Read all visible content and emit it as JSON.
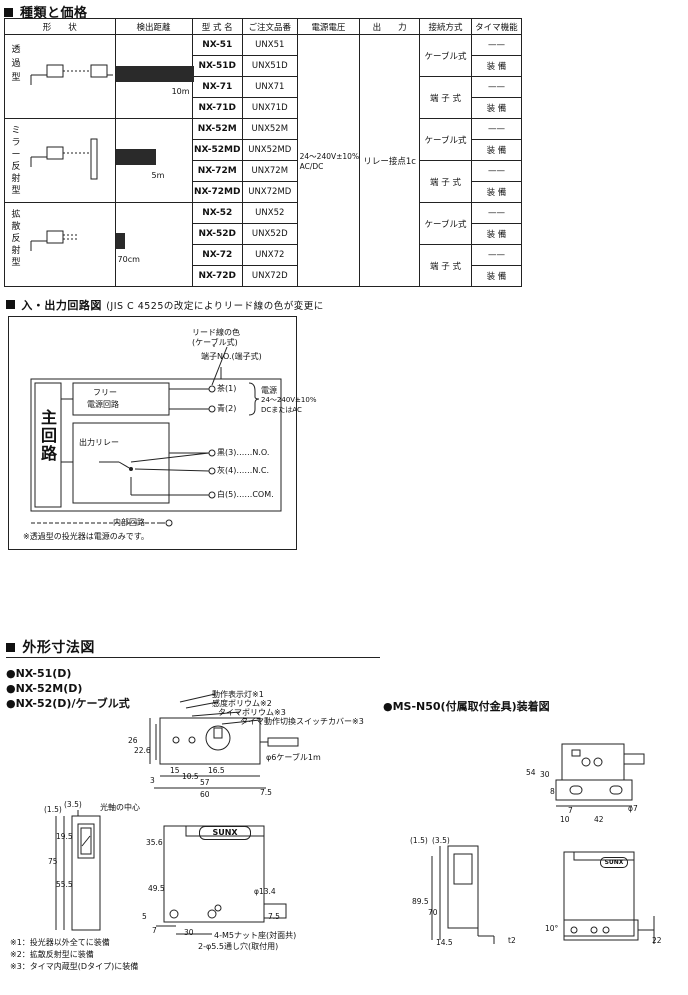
{
  "section1": {
    "title": "種類と価格"
  },
  "table": {
    "headers": [
      "形　　状",
      "検出距離",
      "型 式 名",
      "ご注文品番",
      "電源電圧",
      "出　　力",
      "接続方式",
      "タイマ機能"
    ],
    "groups": [
      {
        "name": "透過型",
        "distance": "10m",
        "rows": [
          {
            "model": "NX-51",
            "order": "UNX51"
          },
          {
            "model": "NX-51D",
            "order": "UNX51D"
          },
          {
            "model": "NX-71",
            "order": "UNX71"
          },
          {
            "model": "NX-71D",
            "order": "UNX71D"
          }
        ]
      },
      {
        "name": "ミラー反射型",
        "distance": "5m",
        "rows": [
          {
            "model": "NX-52M",
            "order": "UNX52M"
          },
          {
            "model": "NX-52MD",
            "order": "UNX52MD"
          },
          {
            "model": "NX-72M",
            "order": "UNX72M"
          },
          {
            "model": "NX-72MD",
            "order": "UNX72MD"
          }
        ]
      },
      {
        "name": "拡散反射型",
        "distance": "70cm",
        "rows": [
          {
            "model": "NX-52",
            "order": "UNX52"
          },
          {
            "model": "NX-52D",
            "order": "UNX52D"
          },
          {
            "model": "NX-72",
            "order": "UNX72"
          },
          {
            "model": "NX-72D",
            "order": "UNX72D"
          }
        ]
      }
    ],
    "voltage": "24〜240V±10%\nAC/DC",
    "output": "リレー接点1c",
    "conn_cable": "ケーブル式",
    "conn_terminal": "端 子 式",
    "timer_none": "——",
    "timer_equipped": "装 備"
  },
  "section2": {
    "title": "入・出力回路図",
    "note": "(JIS C 4525の改定によりリード線の色が変更に"
  },
  "circuit": {
    "lead_color": "リード線の色",
    "lead_color_sub": "(ケーブル式)",
    "terminal_no": "端子NO.(端子式)",
    "main_circuit": "主回路",
    "free_power": "フリー",
    "free_power2": "電源回路",
    "relay": "出力リレー",
    "brown": "茶(1)",
    "blue": "青(2)",
    "black": "黒(3)……N.O.",
    "gray": "灰(4)……N.C.",
    "white": "白(5)……COM.",
    "power_label": "電源",
    "power_spec": "24〜240V±10%",
    "power_type": "DCまたはAC",
    "internal": "内部回路",
    "footnote": "※透過型の投光器は電源のみです。"
  },
  "section3": {
    "title": "外形寸法図"
  },
  "dims": {
    "model1": "●NX-51(D)",
    "model2": "●NX-52M(D)",
    "model3": "●NX-52(D)/ケーブル式",
    "bracket_title": "●MS-N50(付属取付金具)装着図",
    "callout1": "動作表示灯※1",
    "callout2": "感度ボリウム※2",
    "callout3": "タイマボリウム※3",
    "callout4": "タイマ動作切換スイッチカバー※3",
    "cable": "φ6ケーブル1m",
    "optical_center": "光軸の中心",
    "nut": "4-M5ナット座(対面共)",
    "hole": "2-φ5.5通し穴(取付用)",
    "note1": "※1：投光器以外全てに装備",
    "note2": "※2：拡散反射型に装備",
    "note3": "※3：タイマ内蔵型(Dタイプ)に装備",
    "brand": "SUNX",
    "v26": "26",
    "v22_6": "22.6",
    "v15": "15",
    "v16_5": "16.5",
    "v10_5": "10.5",
    "v57": "57",
    "v60": "60",
    "v3": "3",
    "v7_5": "7.5",
    "v1_5": "(1.5)",
    "v3_5": "(3.5)",
    "v19_5": "19.5",
    "v75": "75",
    "v55_5": "55.5",
    "v35_6": "35.6",
    "v49_5": "49.5",
    "v13_4": "φ13.4",
    "v5": "5",
    "v7": "7",
    "v30": "30",
    "v7_5b": "7.5",
    "b54": "54",
    "b30": "30",
    "b8": "8",
    "b10": "10",
    "b42": "42",
    "b7": "φ7",
    "b7b": "7",
    "b89_5": "89.5",
    "b70": "70",
    "b14_5": "14.5",
    "bt2": "t2",
    "b10deg": "10°",
    "b22": "22",
    "b1_5": "(1.5)",
    "b3_5": "(3.5)"
  }
}
